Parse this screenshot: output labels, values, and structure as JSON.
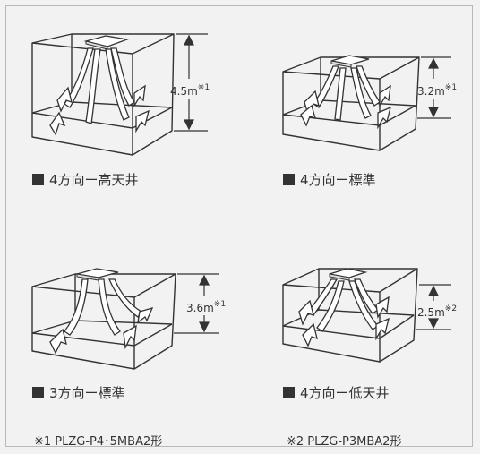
{
  "diagrams": [
    {
      "label": "4方向ー高天井",
      "height_value": "4.5m",
      "note_mark": "※1"
    },
    {
      "label": "4方向ー標準",
      "height_value": "3.2m",
      "note_mark": "※1"
    },
    {
      "label": "3方向ー標準",
      "height_value": "3.6m",
      "note_mark": "※1"
    },
    {
      "label": "4方向ー低天井",
      "height_value": "2.5m",
      "note_mark": "※2"
    }
  ],
  "footnotes": [
    "※1 PLZG-P4･5MBA2形",
    "※2 PLZG-P3MBA2形"
  ],
  "colors": {
    "background": "#f2f2f2",
    "line": "#333333",
    "airflow_fill": "#ffffff"
  }
}
